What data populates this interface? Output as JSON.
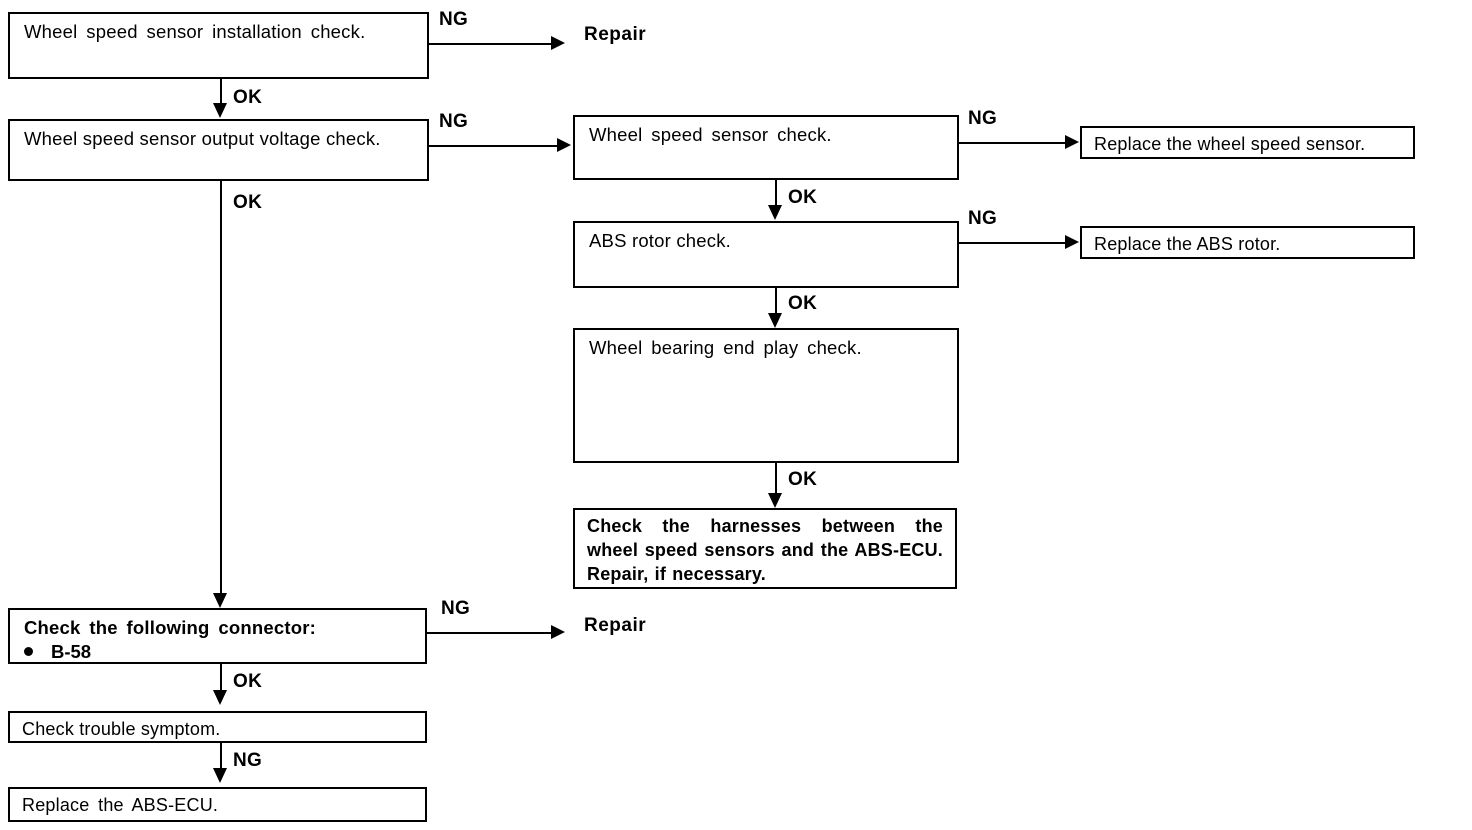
{
  "diagram": {
    "title": "ABS wheel speed sensor troubleshooting flowchart",
    "nodes": {
      "wheel_speed_sensor_installation_check": "Wheel  speed  sensor  installation  check.",
      "wheel_speed_sensor_output_voltage_check": "Wheel speed sensor output voltage check.",
      "wheel_speed_sensor_check": "Wheel  speed  sensor  check.",
      "abs_rotor_check": "ABS rotor check.",
      "wheel_bearing_end_play_check": "Wheel  bearing  end  play  check.",
      "check_harnesses": "Check the harnesses between the wheel speed sensors and the ABS-ECU. Repair, if necessary.",
      "replace_wheel_speed_sensor": "Replace the wheel speed sensor.",
      "replace_abs_rotor": "Replace  the  ABS  rotor.",
      "check_following_connector": "Check  the  following  connector:",
      "connector_item": "B-58",
      "check_trouble_symptom": "Check trouble symptom.",
      "replace_abs_ecu": "Replace  the  ABS-ECU."
    },
    "terminals": {
      "repair_top": "Repair",
      "repair_bottom": "Repair"
    },
    "edge_labels": {
      "ng_installation": "NG",
      "ok_installation": "OK",
      "ng_output_voltage": "NG",
      "ok_output_voltage": "OK",
      "ng_sensor_check": "NG",
      "ok_sensor_check": "OK",
      "ng_rotor_check": "NG",
      "ok_rotor_check": "OK",
      "ok_bearing_check": "OK",
      "ng_connector": "NG",
      "ok_connector": "OK",
      "ng_trouble_symptom": "NG"
    },
    "colors": {
      "line": "#000000",
      "background": "#ffffff",
      "text": "#000000"
    }
  }
}
